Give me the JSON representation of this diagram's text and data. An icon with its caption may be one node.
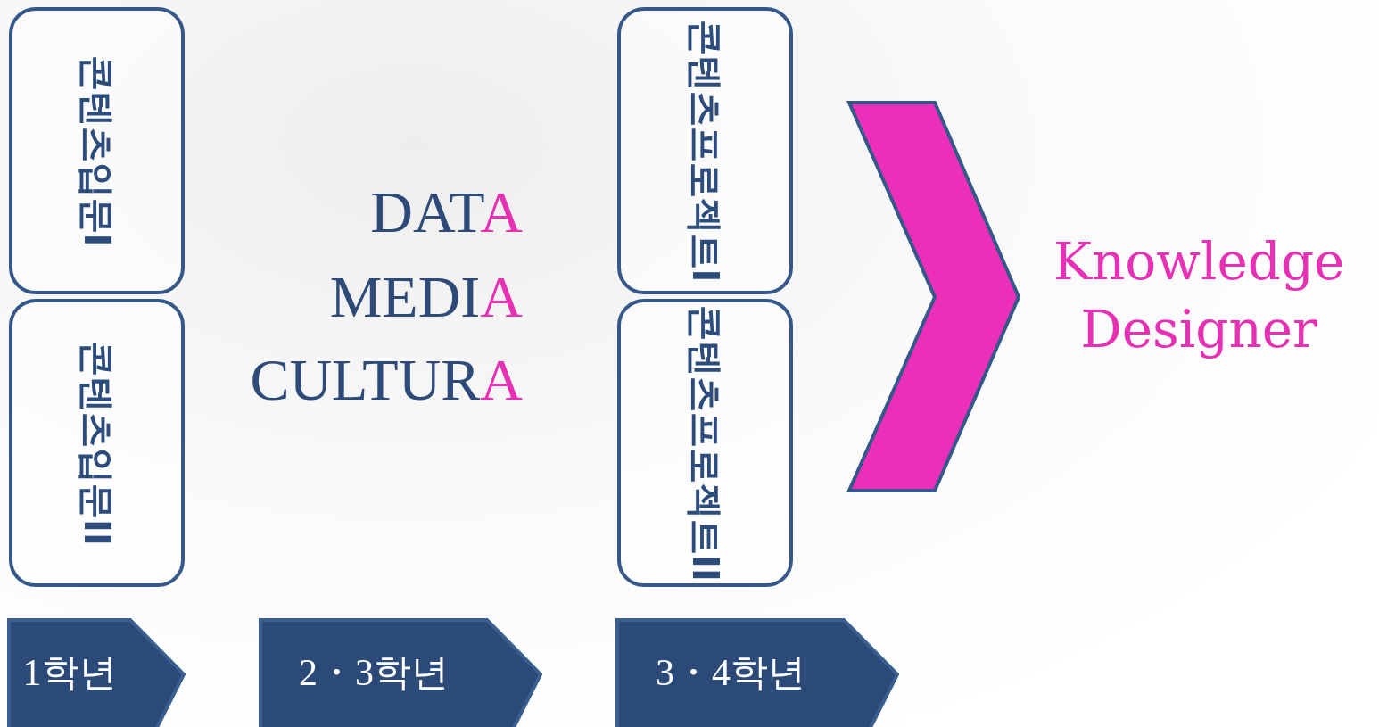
{
  "diagram": {
    "nodes": [
      {
        "text": [
          "콘텐츠입문I"
        ]
      },
      {
        "text": [
          "콘텐츠입문II"
        ]
      },
      {
        "text": [
          "콘텐츠프로젝트I"
        ]
      },
      {
        "text": [
          "콘텐츠프로젝트II"
        ]
      },
      {
        "text": [
          "Knowledge Designer"
        ]
      },
      {
        "text": [
          "1학년"
        ]
      },
      {
        "text": [
          "2・3학년"
        ]
      },
      {
        "text": [
          "3・4학년"
        ]
      }
    ],
    "edges": [
      {
        "from": null,
        "to": 4,
        "arrow": "to",
        "color": "#ec2fb8"
      }
    ],
    "labels": [
      "DATA",
      "MEDIA",
      "CULTURA"
    ]
  }
}
